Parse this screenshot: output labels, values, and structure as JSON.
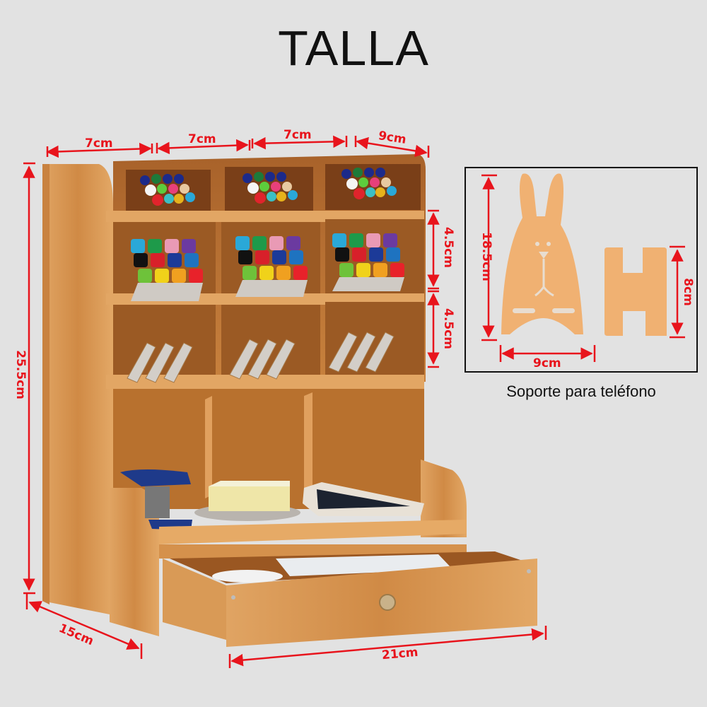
{
  "title": "TALLA",
  "organizer": {
    "name": "wooden desk organizer with drawer",
    "wood_color": "#d9944a",
    "wood_dark": "#b56a2a",
    "dimensions": {
      "top_widths": [
        "7cm",
        "7cm",
        "7cm",
        "9cm"
      ],
      "height": "25.5cm",
      "shelf_heights": [
        "4.5cm",
        "4.5cm"
      ],
      "depth": "15cm",
      "width": "21cm"
    }
  },
  "phone_stand": {
    "caption": "Soporte para teléfono",
    "color": "#f0b172",
    "dimensions": {
      "height": "18.5cm",
      "base_width": "9cm",
      "insert_height": "8cm"
    }
  },
  "annotation_color": "#e8141c"
}
